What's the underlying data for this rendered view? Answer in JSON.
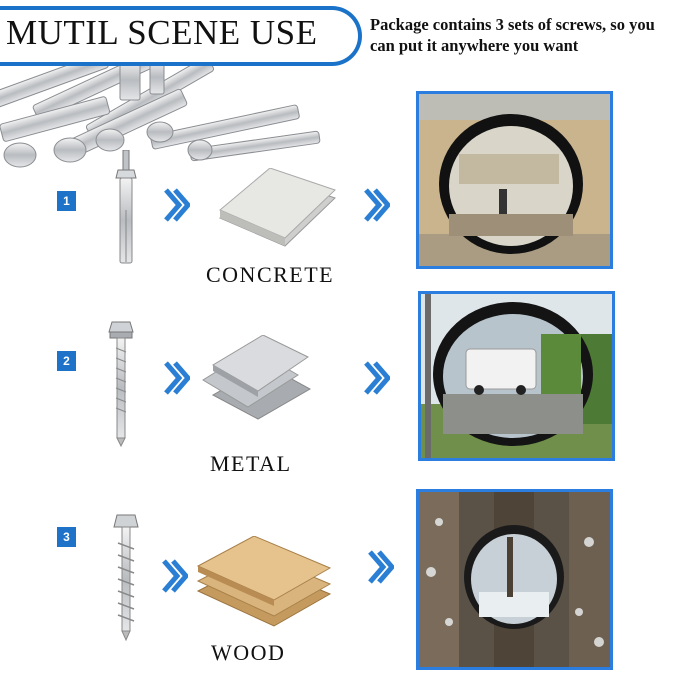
{
  "header": {
    "title": "MUTIL SCENE USE",
    "package_text": "Package contains 3 sets of screws, so you can put it  anywhere you want"
  },
  "rows": [
    {
      "number": "1",
      "material": "CONCRETE",
      "screw_icon": "expansion-anchor-bolt-icon",
      "material_icon": "concrete-slab-icon",
      "photo": "mirror-on-concrete-wall-photo"
    },
    {
      "number": "2",
      "material": "METAL",
      "screw_icon": "self-drilling-screw-icon",
      "material_icon": "metal-plate-icon",
      "photo": "mirror-on-metal-pole-photo"
    },
    {
      "number": "3",
      "material": "WOOD",
      "screw_icon": "lag-screw-icon",
      "material_icon": "wood-boards-icon",
      "photo": "mirror-on-tree-photo"
    }
  ],
  "colors": {
    "accent": "#1b73c9",
    "number_badge": "#1e73c8",
    "chevron": "#2a7fd4"
  }
}
